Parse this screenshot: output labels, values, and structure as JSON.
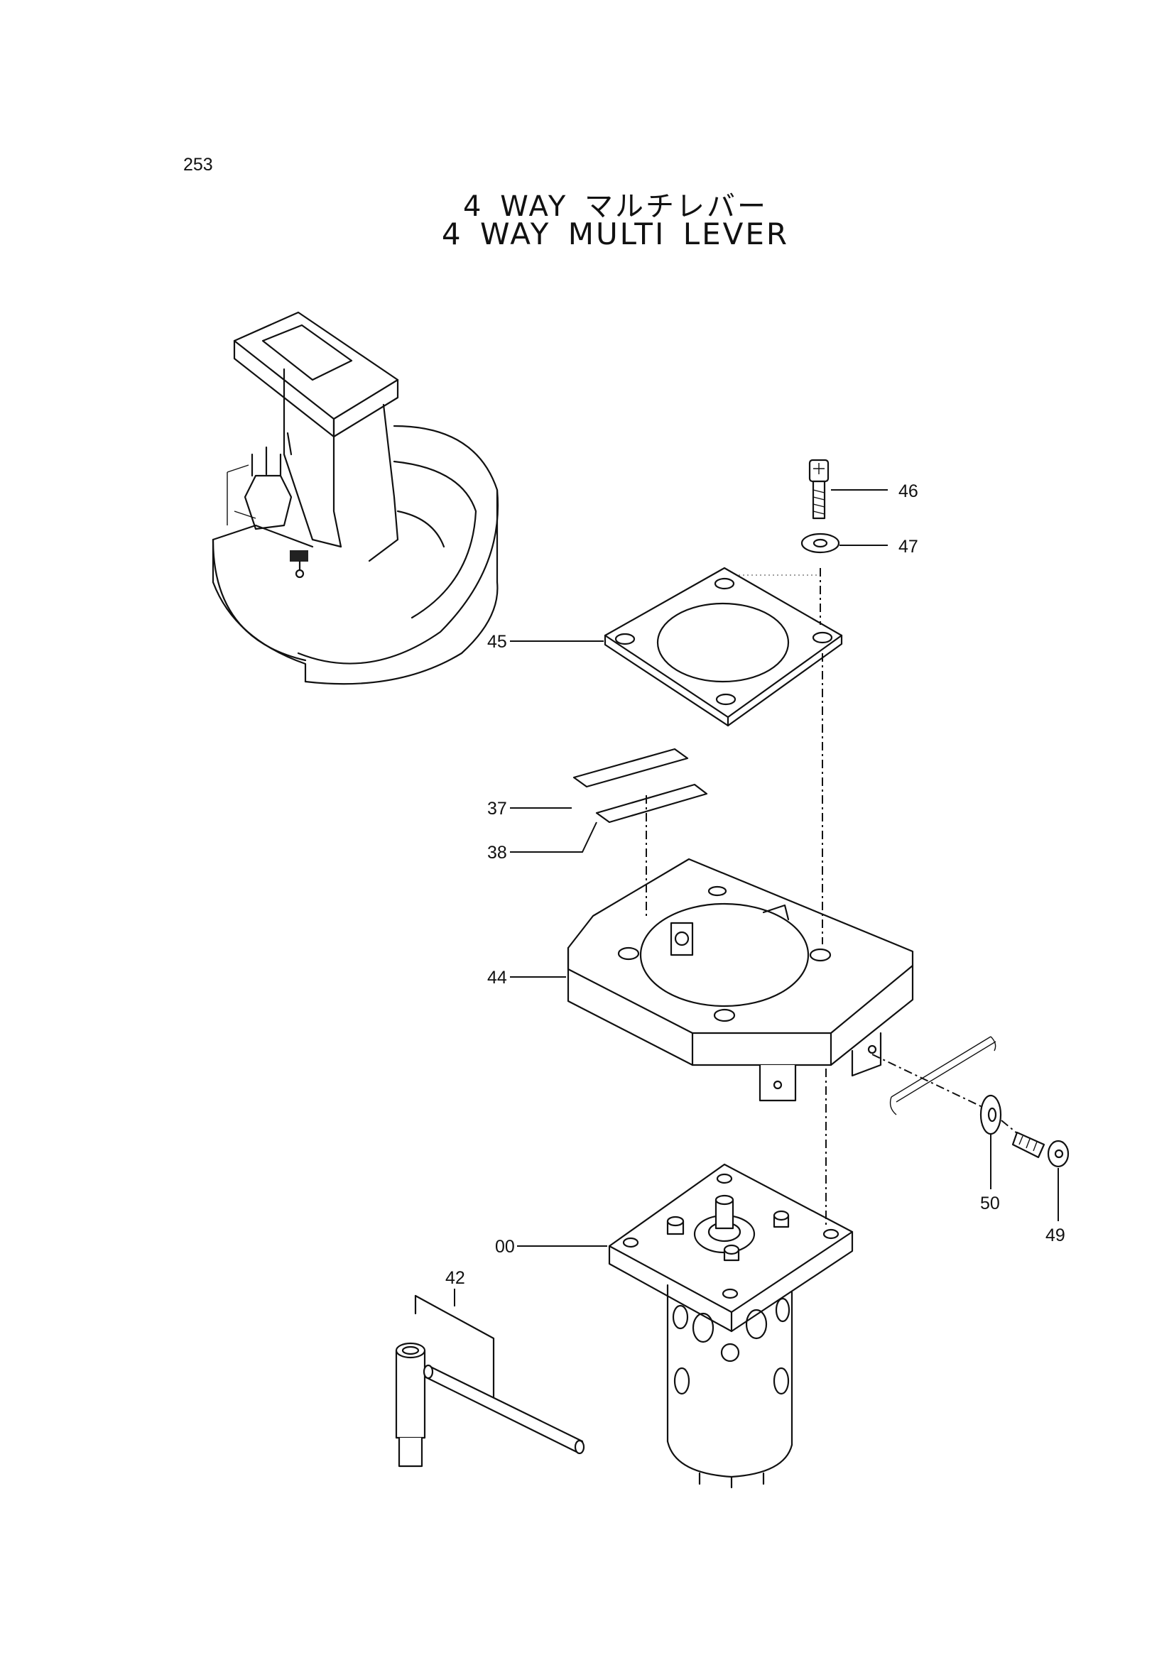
{
  "page": {
    "number": "253",
    "title_ja": "4 WAY マルチレバー",
    "title_en": "4 WAY MULTI LEVER"
  },
  "callouts": {
    "c46": "46",
    "c47": "47",
    "c45": "45",
    "c37": "37",
    "c38": "38",
    "c44": "44",
    "c50": "50",
    "c49": "49",
    "c00": "00",
    "c42": "42"
  }
}
